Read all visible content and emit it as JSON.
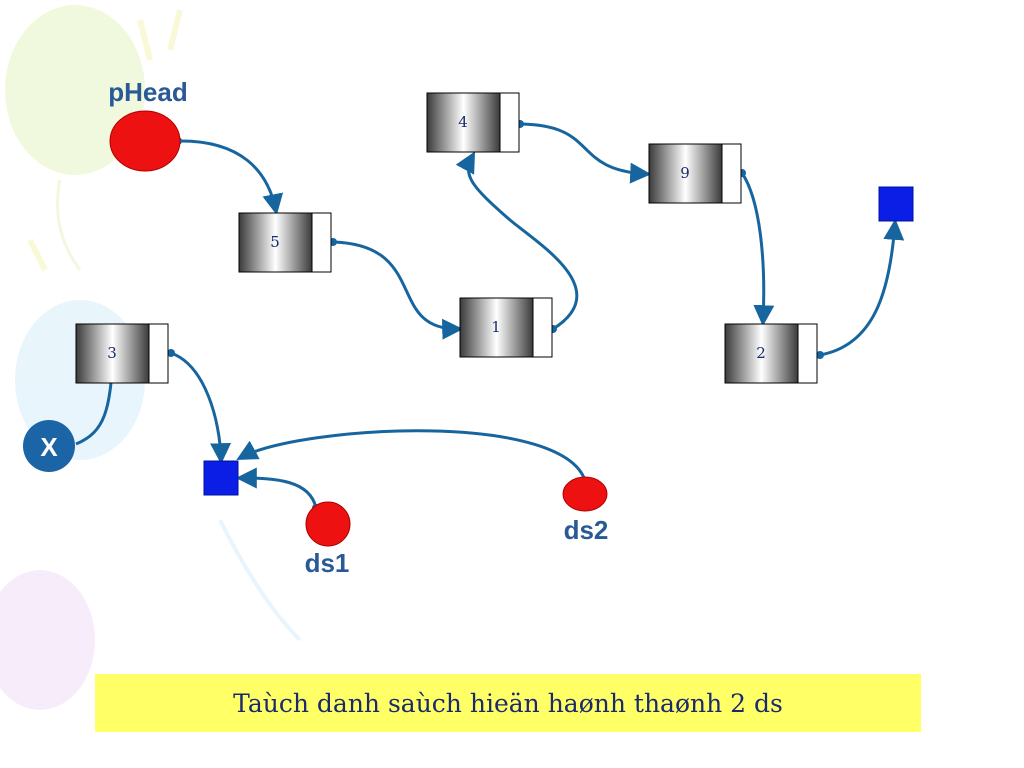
{
  "labels": {
    "phead": "pHead",
    "x": "X",
    "ds1": "ds1",
    "ds2": "ds2"
  },
  "nodes": {
    "n5": "5",
    "n1": "1",
    "n4": "4",
    "n9": "9",
    "n2": "2",
    "n3": "3"
  },
  "caption": "Taùch danh saùch hieän haønh thaønh 2 ds",
  "colors": {
    "link": "#17659e",
    "pointer_circle": "#ee1111",
    "null_box": "#0a1ee6",
    "x_circle": "#1b64a6",
    "caption_bg": "#ffff66"
  }
}
